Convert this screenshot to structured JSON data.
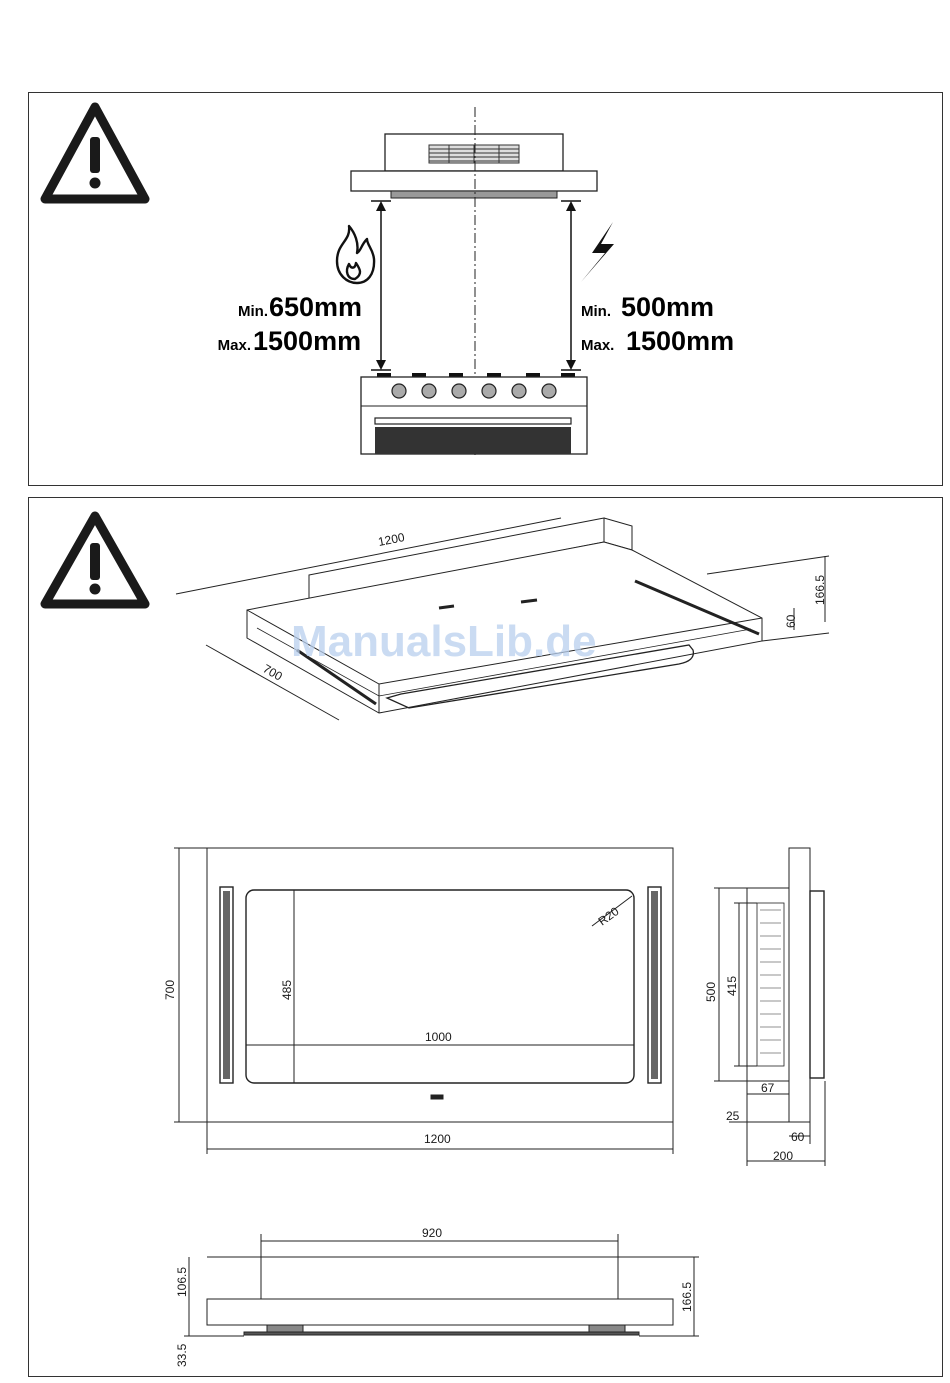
{
  "top_section": {
    "left_label": {
      "min_prefix": "Min.",
      "min_value": "650mm",
      "max_prefix": "Max.",
      "max_value": "1500mm"
    },
    "right_label": {
      "min_prefix": "Min.",
      "min_value": "500mm",
      "max_prefix": "Max.",
      "max_value": "1500mm"
    },
    "icons": [
      "warning-icon",
      "flame-icon",
      "lightning-icon"
    ]
  },
  "bottom_section": {
    "watermark": "ManualsLib.de",
    "iso_view": {
      "length": "1200",
      "depth": "700",
      "height": "166.5",
      "body_height": "60"
    },
    "top_view": {
      "width": "1200",
      "depth": "700",
      "inner_width": "1000",
      "inner_depth": "485",
      "radius": "R20"
    },
    "side_view": {
      "height": "500",
      "grille_height": "415",
      "offset": "67",
      "step": "25",
      "body": "60",
      "total": "200"
    },
    "front_view": {
      "width": "920",
      "upper": "106.5",
      "total": "166.5",
      "lower": "33.5"
    }
  }
}
